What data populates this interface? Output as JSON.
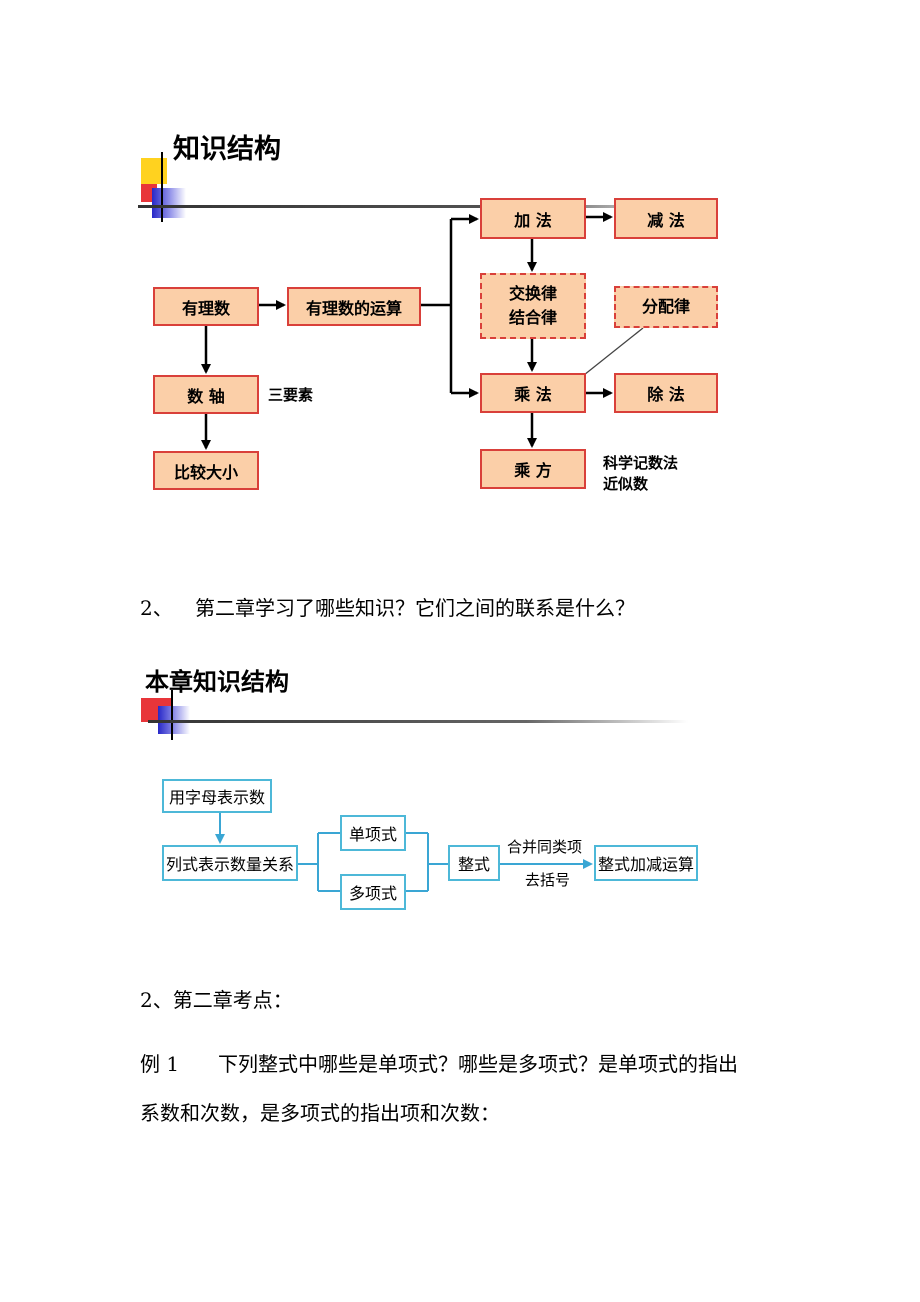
{
  "section1": {
    "title": "知识结构",
    "nodes": {
      "youlishu": "有理数",
      "yunsuan": "有理数的运算",
      "shuzhou": "数 轴",
      "bijiao": "比较大小",
      "jiafa": "加 法",
      "jianfa": "减 法",
      "jiaohuan": "交换律",
      "jiehe": "结合律",
      "fenpei": "分配律",
      "chengfa": "乘 法",
      "chufa": "除 法",
      "chengfang": "乘 方"
    },
    "labels": {
      "sanyaosu": "三要素",
      "kexue": "科学记数法",
      "jinsi": "近似数"
    }
  },
  "question2": {
    "number": "2、",
    "text": "第二章学习了哪些知识？它们之间的联系是什么？"
  },
  "section2": {
    "title": "本章知识结构",
    "nodes": {
      "yongzimu": "用字母表示数",
      "lieshi": "列式表示数量关系",
      "danxiang": "单项式",
      "duoxiang": "多项式",
      "zhengshi": "整式",
      "jiajian": "整式加减运算"
    },
    "labels": {
      "hebing": "合并同类项",
      "kuohao": "去括号"
    }
  },
  "kaodian": "2、第二章考点：",
  "example": {
    "label": "例 1",
    "line1": "下列整式中哪些是单项式？哪些是多项式？是单项式的指出",
    "line2": "系数和次数，是多项式的指出项和次数："
  }
}
